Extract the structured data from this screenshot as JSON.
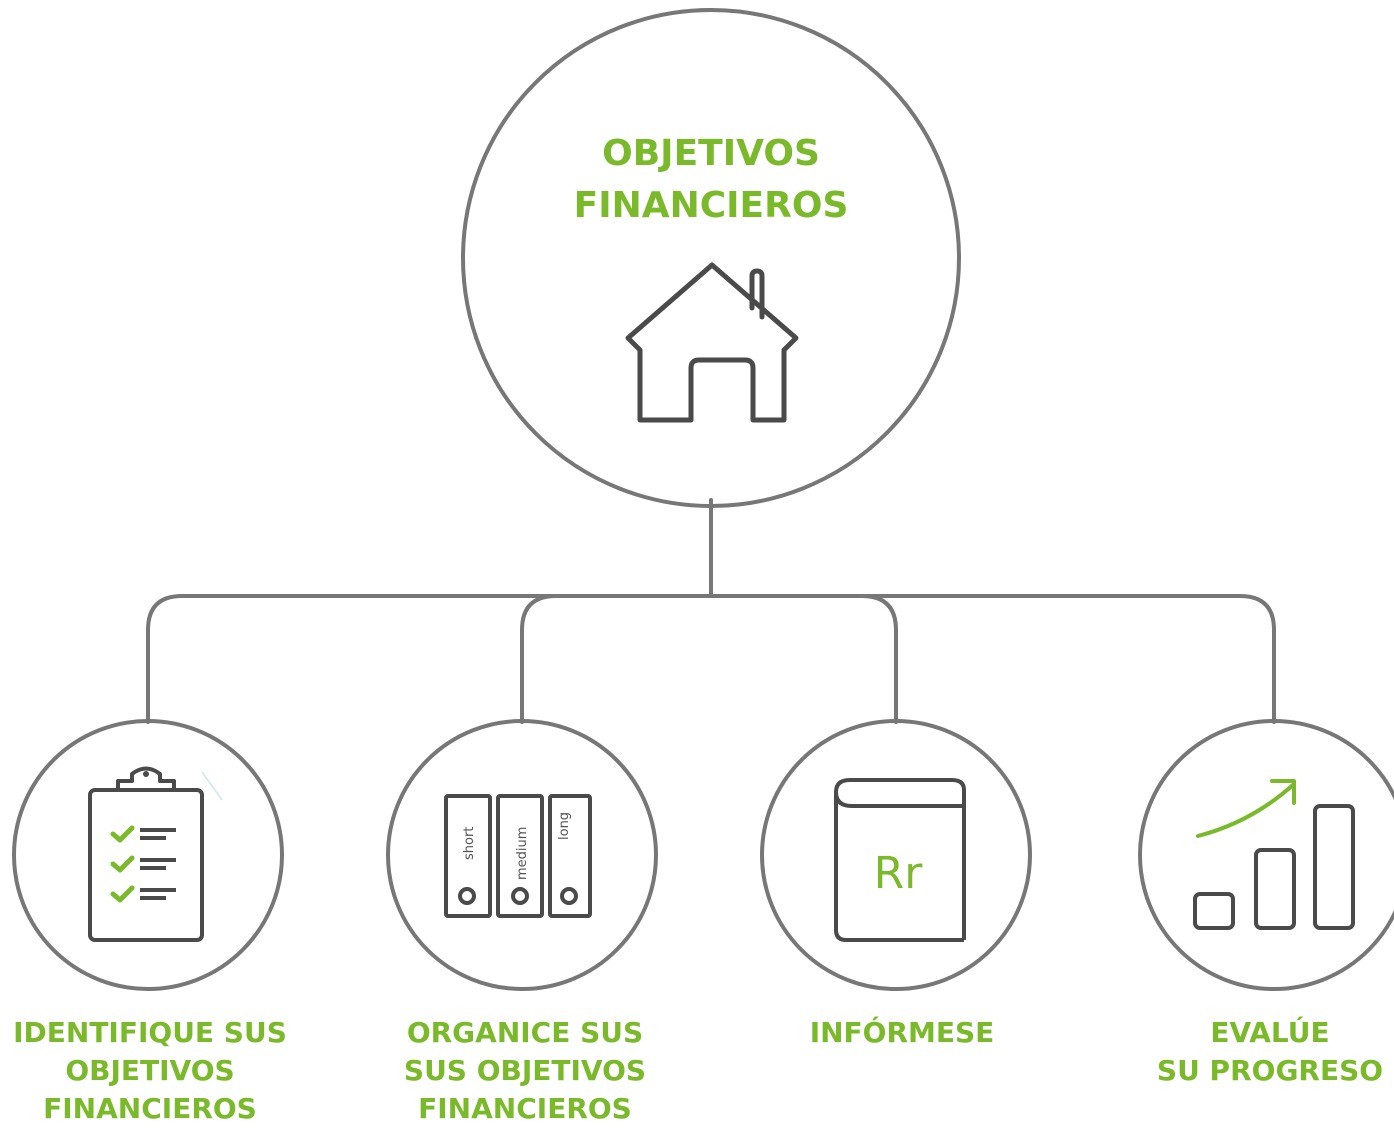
{
  "root": {
    "name": "objetivos-financieros",
    "label_lines": [
      "OBJETIVOS",
      "FINANCIEROS"
    ],
    "icon": "house-icon"
  },
  "children": [
    {
      "name": "identifique",
      "label_lines": [
        "IDENTIFIQUE SUS",
        "OBJETIVOS",
        "FINANCIEROS"
      ],
      "icon": "clipboard-checklist-icon"
    },
    {
      "name": "organice",
      "label_lines": [
        "ORGANICE SUS",
        "SUS OBJETIVOS",
        "FINANCIEROS"
      ],
      "icon": "binders-icon",
      "binder_labels": [
        "short",
        "medium",
        "long"
      ]
    },
    {
      "name": "informese",
      "label_lines": [
        "INFÓRMESE"
      ],
      "icon": "book-icon",
      "book_text": "Rr"
    },
    {
      "name": "evalue",
      "label_lines": [
        "EVALÚE",
        "SU PROGRESO"
      ],
      "icon": "growth-chart-icon"
    }
  ],
  "colors": {
    "accent": "#7ab929",
    "stroke": "#777777",
    "icon_stroke": "#4a4a4a"
  }
}
